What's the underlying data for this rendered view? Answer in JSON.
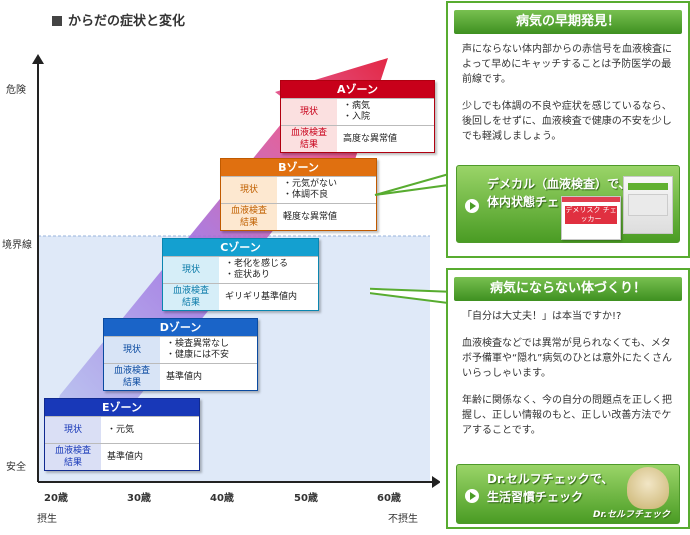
{
  "heading": "からだの症状と変化",
  "y_axis": {
    "danger": "危険",
    "boundary": "境界線",
    "safe": "安全"
  },
  "x_axis": {
    "ages": [
      "20歳",
      "30歳",
      "40歳",
      "50歳",
      "60歳"
    ],
    "left_end": "摂生",
    "right_end": "不摂生"
  },
  "row_labels": {
    "symptom": "現状",
    "blood_line1": "血液検査",
    "blood_line2": "結果"
  },
  "zones": {
    "a": {
      "title": "Aゾーン",
      "symptoms": [
        "・病気",
        "・入院"
      ],
      "result": "高度な異常値"
    },
    "b": {
      "title": "Bゾーン",
      "symptoms": [
        "・元気がない",
        "・体調不良"
      ],
      "result": "軽度な異常値"
    },
    "c": {
      "title": "Cゾーン",
      "symptoms": [
        "・老化を感じる",
        "・症状あり"
      ],
      "result": "ギリギリ基準値内"
    },
    "d": {
      "title": "Dゾーン",
      "symptoms": [
        "・検査異常なし",
        "・健康には不安"
      ],
      "result": "基準値内"
    },
    "e": {
      "title": "Eゾーン",
      "symptoms": [
        "・元気"
      ],
      "result": "基準値内"
    }
  },
  "panel_top": {
    "title": "病気の早期発見！",
    "para1": "声にならない体内部からの赤信号を血液検査によって早めにキャッチすることは予防医学の最前線です。",
    "para2": "少しでも体調の不良や症状を感じているなら、後回しをせずに、血液検査で健康の不安を少しでも軽減しましょう。",
    "button_line1": "デメカル（血液検査）で、",
    "button_line2": "体内状態チェック",
    "product_label": "デメリスク チェッカー"
  },
  "panel_bottom": {
    "title": "病気にならない体づくり！",
    "para1": "「自分は大丈夫！」は本当ですか!?",
    "para2": "血液検査などでは異常が見られなくても、メタボ予備軍や“隠れ”病気のひとは意外にたくさんいらっしゃいます。",
    "para3": "年齢に関係なく、今の自分の問題点を正しく把握し、正しい情報のもと、正しい改善方法でケアすることです。",
    "button_line1": "Dr.セルフチェックで、",
    "button_line2": "生活習慣チェック",
    "button_tag": "Dr.セルフチェック"
  },
  "colors": {
    "green": "#58ac30",
    "zone_a": "#c8001a",
    "zone_b": "#e07010",
    "zone_c": "#14a0d0",
    "zone_d": "#1a64c8",
    "zone_e": "#1838b8"
  }
}
